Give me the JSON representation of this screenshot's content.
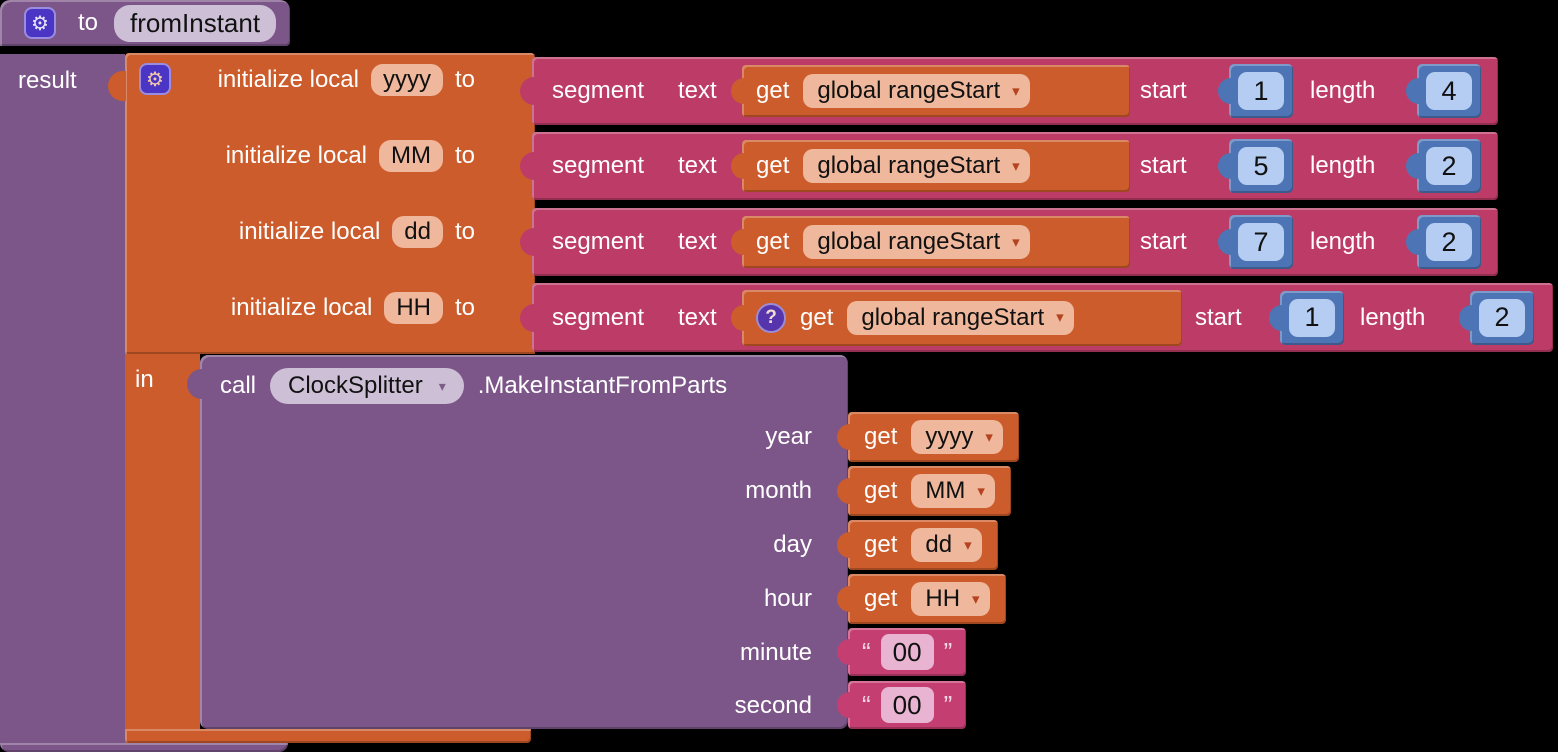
{
  "icons": {
    "gear": "⚙",
    "question": "?",
    "dropdown": "▾",
    "quote_open": "“",
    "quote_close": "”"
  },
  "colors": {
    "workspace_bg": "#000000",
    "procedure_purple": "#7c5688",
    "block_orange": "#cc5c2b",
    "segment_magenta": "#bc3c67",
    "text_magenta": "#c53e71",
    "number_blue": "#4d74b4",
    "field_peach": "#efb79c",
    "field_lavender": "#cdc0d6",
    "field_lightblue": "#b5cdf2",
    "field_pink": "#e9b4d2",
    "icon_indigo": "#4a35c4"
  },
  "procedure": {
    "to_label": "to",
    "name": "fromInstant",
    "result_label": "result",
    "in_label": "in"
  },
  "locals": [
    {
      "init_label": "initialize local",
      "var_name": "yyyy",
      "to_label": "to"
    },
    {
      "init_label": "initialize local",
      "var_name": "MM",
      "to_label": "to"
    },
    {
      "init_label": "initialize local",
      "var_name": "dd",
      "to_label": "to"
    },
    {
      "init_label": "initialize local",
      "var_name": "HH",
      "to_label": "to"
    }
  ],
  "segments": [
    {
      "segment_label": "segment",
      "text_label": "text",
      "get_label": "get",
      "variable": "global rangeStart",
      "start_label": "start",
      "start_value": "1",
      "length_label": "length",
      "length_value": "4"
    },
    {
      "segment_label": "segment",
      "text_label": "text",
      "get_label": "get",
      "variable": "global rangeStart",
      "start_label": "start",
      "start_value": "5",
      "length_label": "length",
      "length_value": "2"
    },
    {
      "segment_label": "segment",
      "text_label": "text",
      "get_label": "get",
      "variable": "global rangeStart",
      "start_label": "start",
      "start_value": "7",
      "length_label": "length",
      "length_value": "2"
    },
    {
      "segment_label": "segment",
      "text_label": "text",
      "get_label": "get",
      "variable": "global rangeStart",
      "start_label": "start",
      "start_value": "1",
      "length_label": "length",
      "length_value": "2",
      "has_warning": "true"
    }
  ],
  "call": {
    "call_label": "call",
    "component": "ClockSplitter",
    "method_label": ".MakeInstantFromParts",
    "params": [
      {
        "label": "year",
        "kind": "get",
        "get_label": "get",
        "value": "yyyy"
      },
      {
        "label": "month",
        "kind": "get",
        "get_label": "get",
        "value": "MM"
      },
      {
        "label": "day",
        "kind": "get",
        "get_label": "get",
        "value": "dd"
      },
      {
        "label": "hour",
        "kind": "get",
        "get_label": "get",
        "value": "HH"
      },
      {
        "label": "minute",
        "kind": "text",
        "value": "00"
      },
      {
        "label": "second",
        "kind": "text",
        "value": "00"
      }
    ]
  }
}
